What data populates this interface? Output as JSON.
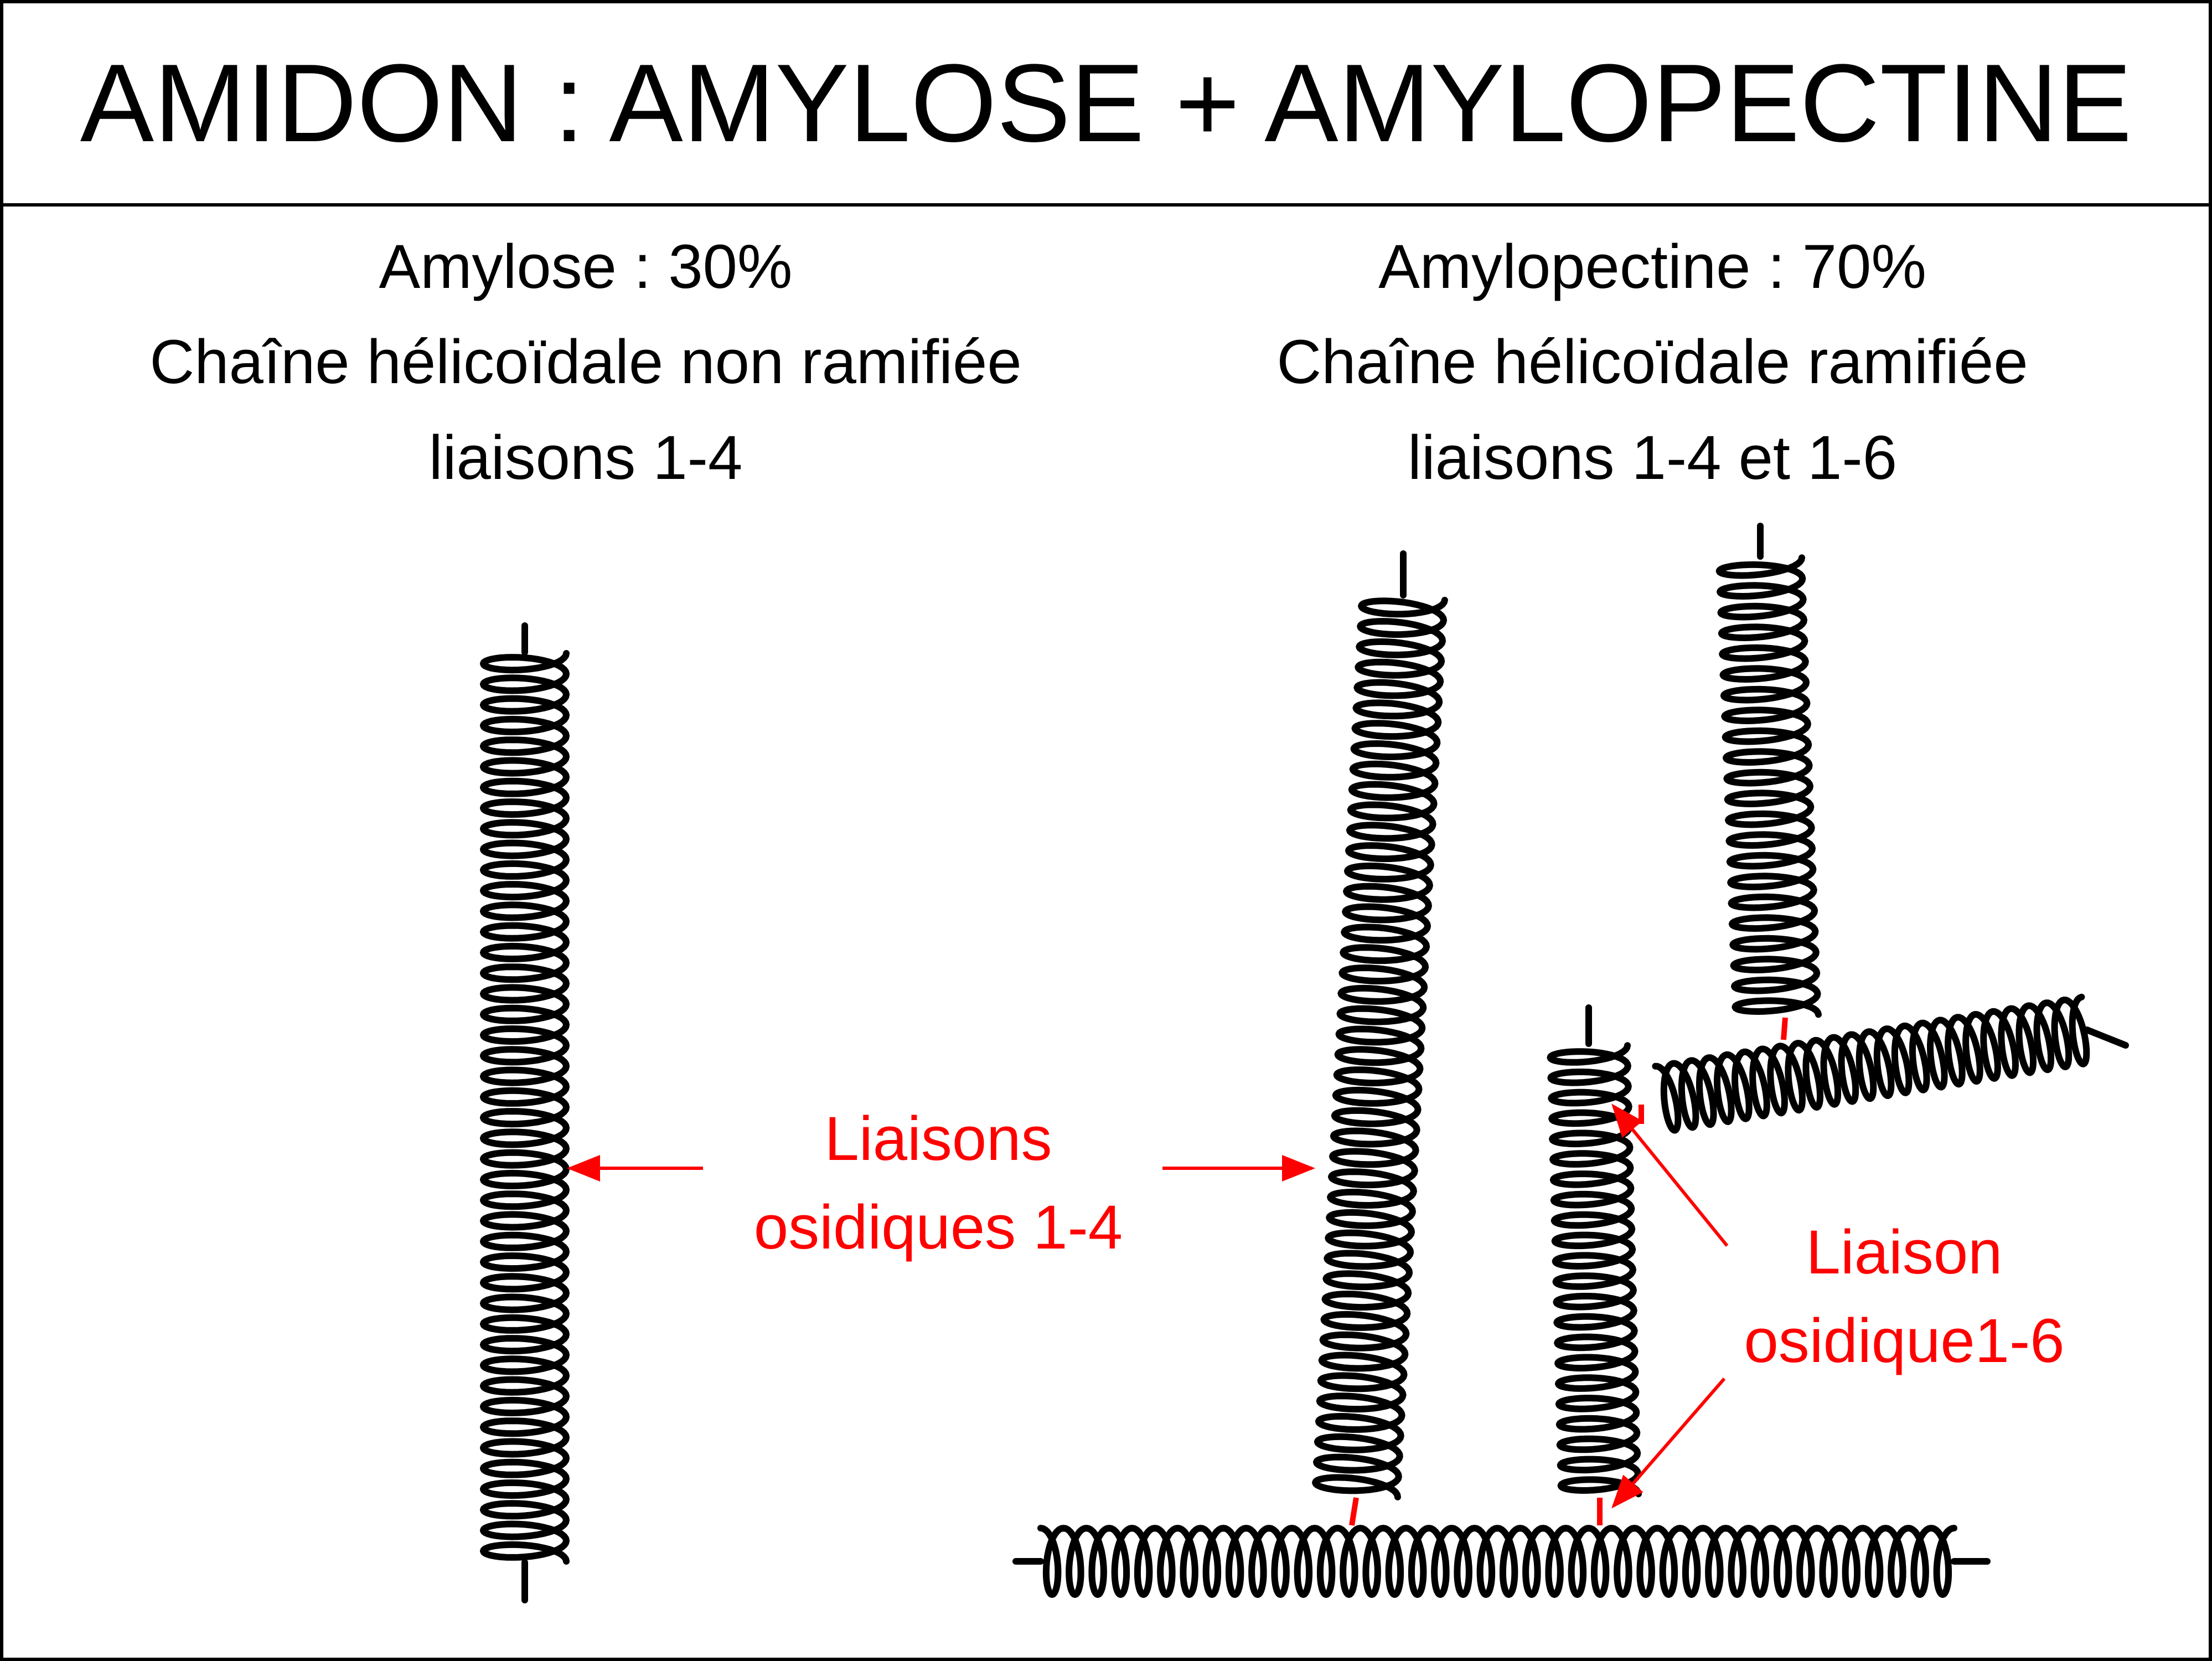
{
  "title": "AMIDON : AMYLOSE + AMYLOPECTINE",
  "amylose": {
    "line1": "Amylose : 30%",
    "line2": "Chaîne hélicoïdale non ramifiée",
    "line3": "liaisons 1-4"
  },
  "amylopectine": {
    "line1": "Amylopectine : 70%",
    "line2": "Chaîne hélicoïdale ramifiée",
    "line3": "liaisons 1-4 et 1-6"
  },
  "label_14": {
    "line1": "Liaisons",
    "line2": "osidiques 1-4"
  },
  "label_16": {
    "line1": "Liaison",
    "line2": "osidique1-6"
  },
  "colors": {
    "ink": "#000000",
    "accent": "#ff0000",
    "background": "#ffffff"
  }
}
